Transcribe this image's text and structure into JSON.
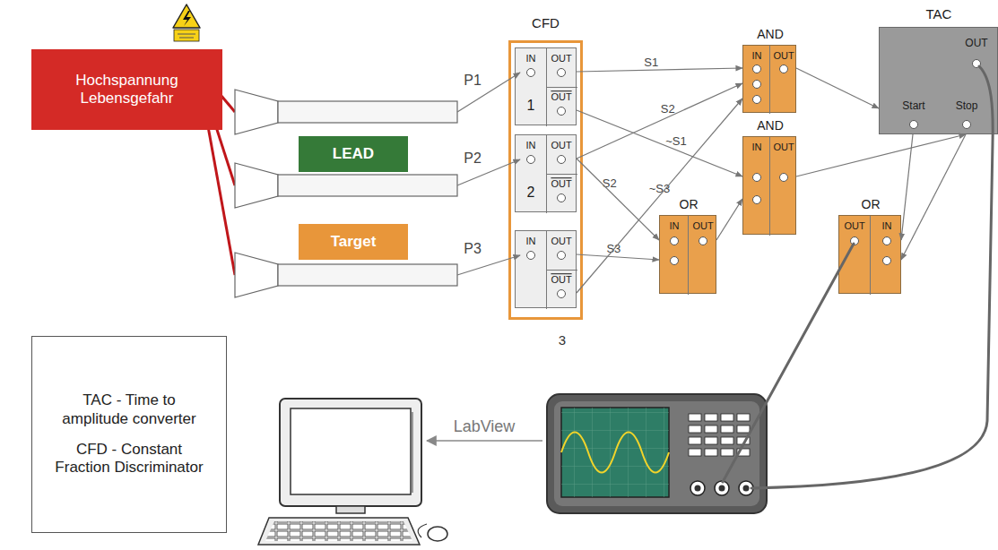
{
  "diagram": {
    "nodes": [
      {
        "text": [
          "Hochspannung Lebensgefahr"
        ]
      },
      {
        "text": [
          "LEAD"
        ]
      },
      {
        "text": [
          "Target"
        ]
      },
      {
        "text": [
          "CFD"
        ]
      },
      {
        "text": [
          "IN",
          "OUT",
          "OUT",
          "1"
        ],
        "in": 3
      },
      {
        "text": [
          "IN",
          "OUT",
          "OUT",
          "2"
        ],
        "in": 3
      },
      {
        "text": [
          "IN",
          "OUT",
          "OUT"
        ],
        "in": 3
      },
      {
        "text": [
          "AND",
          "IN",
          "OUT"
        ]
      },
      {
        "text": [
          "AND",
          "IN",
          "OUT"
        ]
      },
      {
        "text": [
          "OR",
          "IN",
          "OUT"
        ]
      },
      {
        "text": [
          "TAC",
          "OUT",
          "Start",
          "Stop"
        ]
      },
      {
        "text": [
          "OR",
          "OUT",
          "IN"
        ]
      },
      {
        "text": [
          "TAC - Time to amplitude converter",
          "CFD - Constant Fraction Discriminator"
        ]
      }
    ],
    "edges": [
      {
        "from": 4,
        "to": 7,
        "arrow": "to",
        "label": "S1"
      },
      {
        "from": 5,
        "to": 7,
        "arrow": "to",
        "label": "S2"
      },
      {
        "from": 6,
        "to": 7,
        "arrow": "to",
        "label": "~S3"
      },
      {
        "from": 4,
        "to": 8,
        "arrow": "to",
        "label": "~S1"
      },
      {
        "from": 5,
        "to": 9,
        "arrow": "to",
        "label": "S2"
      },
      {
        "from": 6,
        "to": 9,
        "arrow": "to",
        "label": "S3"
      },
      {
        "from": 9,
        "to": 8,
        "arrow": "to"
      },
      {
        "from": 7,
        "to": 10,
        "arrow": "to"
      },
      {
        "from": 8,
        "to": 10,
        "arrow": "to"
      },
      {
        "from": 10,
        "to": 11,
        "arrow": "to"
      },
      {
        "from": 10,
        "to": 11,
        "arrow": "to"
      }
    ],
    "labels": [
      "P1",
      "P2",
      "P3",
      "3",
      "LabView"
    ]
  }
}
